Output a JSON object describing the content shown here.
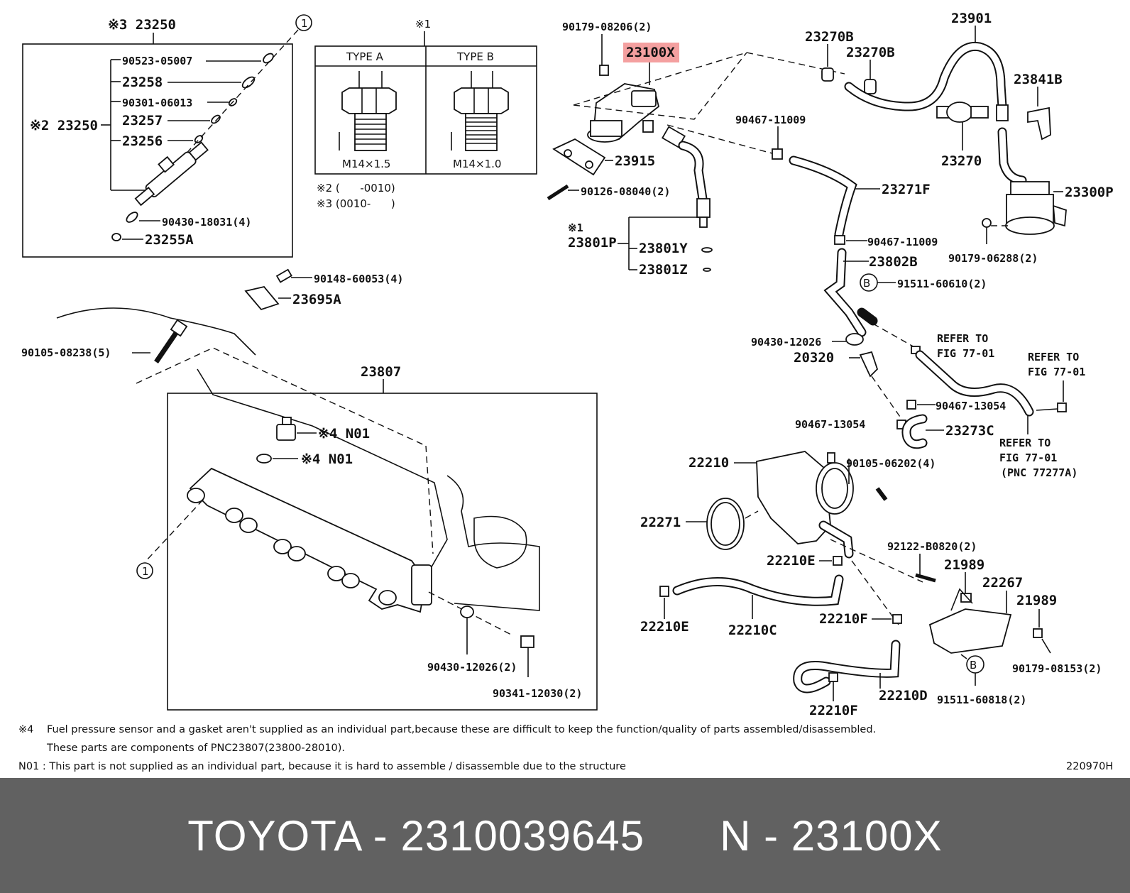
{
  "colors": {
    "highlight": "#f4a0a0",
    "footer_bg": "#616161",
    "line": "#111111"
  },
  "legend_box": {
    "type_mark": "※1",
    "type_a": {
      "title": "TYPE A",
      "thread": "M14×1.5"
    },
    "type_b": {
      "title": "TYPE B",
      "thread": "M14×1.0"
    },
    "note2": "※2 (      -0010)",
    "note3": "※3 (0010-      )"
  },
  "injector_box": {
    "title": "※3 23250",
    "side_label": "※2 23250",
    "callout": "1"
  },
  "labels": {
    "p90523": "90523-05007",
    "p23258": "23258",
    "p90301": "90301-06013",
    "p23257": "23257",
    "p23256": "23256",
    "p90430_18031": "90430-18031(4)",
    "p23255A": "23255A",
    "p90179_08206": "90179-08206(2)",
    "p23100X": "23100X",
    "p23915": "23915",
    "p90126": "90126-08040(2)",
    "p23801P_mark": "※1",
    "p23801P": "23801P",
    "p23801Y": "23801Y",
    "p23801Z": "23801Z",
    "p23270B_1": "23270B",
    "p23270B_2": "23270B",
    "p23901": "23901",
    "p23841B": "23841B",
    "p23270": "23270",
    "p23300P": "23300P",
    "p90467_11009a": "90467-11009",
    "p23271F": "23271F",
    "p90467_11009b": "90467-11009",
    "p90179_06288": "90179-06288(2)",
    "p23802B": "23802B",
    "p91511_60610": "91511-60610(2)",
    "p90148": "90148-60053(4)",
    "p23695A": "23695A",
    "p90105_08238": "90105-08238(5)",
    "p23807": "23807",
    "p_n01a": "※4 N01",
    "p_n01b": "※4 N01",
    "p90430_12026a": "90430-12026",
    "p20320": "20320",
    "refer1": "REFER TO",
    "refer1b": "FIG 77-01",
    "refer2": "REFER TO",
    "refer2b": "FIG 77-01",
    "p90467_13054a": "90467-13054",
    "p90467_13054b": "90467-13054",
    "p23273C": "23273C",
    "refer3": "REFER TO",
    "refer3b": "FIG 77-01",
    "refer3c": "(PNC 77277A)",
    "p22210": "22210",
    "p90105_06202": "90105-06202(4)",
    "p22271": "22271",
    "p22210E_a": "22210E",
    "p92122": "92122-B0820(2)",
    "p21989a": "21989",
    "p22267": "22267",
    "p21989b": "21989",
    "p22210F_a": "22210F",
    "p22210E_b": "22210E",
    "p22210C": "22210C",
    "p90179_08153": "90179-08153(2)",
    "p90430_12026b": "90430-12026(2)",
    "p90341": "90341-12030(2)",
    "p22210D": "22210D",
    "p91511_60818": "91511-60818(2)",
    "p22210F_b": "22210F",
    "callout_b1": "B",
    "callout_b2": "B",
    "callout_1b": "1"
  },
  "notes": {
    "n4_mark": "※4",
    "n4_line1": "Fuel pressure sensor and a gasket aren't supplied as an individual part,because these are difficult to keep the function/quality of parts assembled/disassembled.",
    "n4_line2": "These parts are components of PNC23807(23800-28010).",
    "n01": "N01 : This part is not supplied as an individual part, because it is hard to assemble / disassemble due to the structure",
    "fig_code": "220970H"
  },
  "footer": {
    "text": "TOYOTA - 2310039645      N - 23100X"
  }
}
